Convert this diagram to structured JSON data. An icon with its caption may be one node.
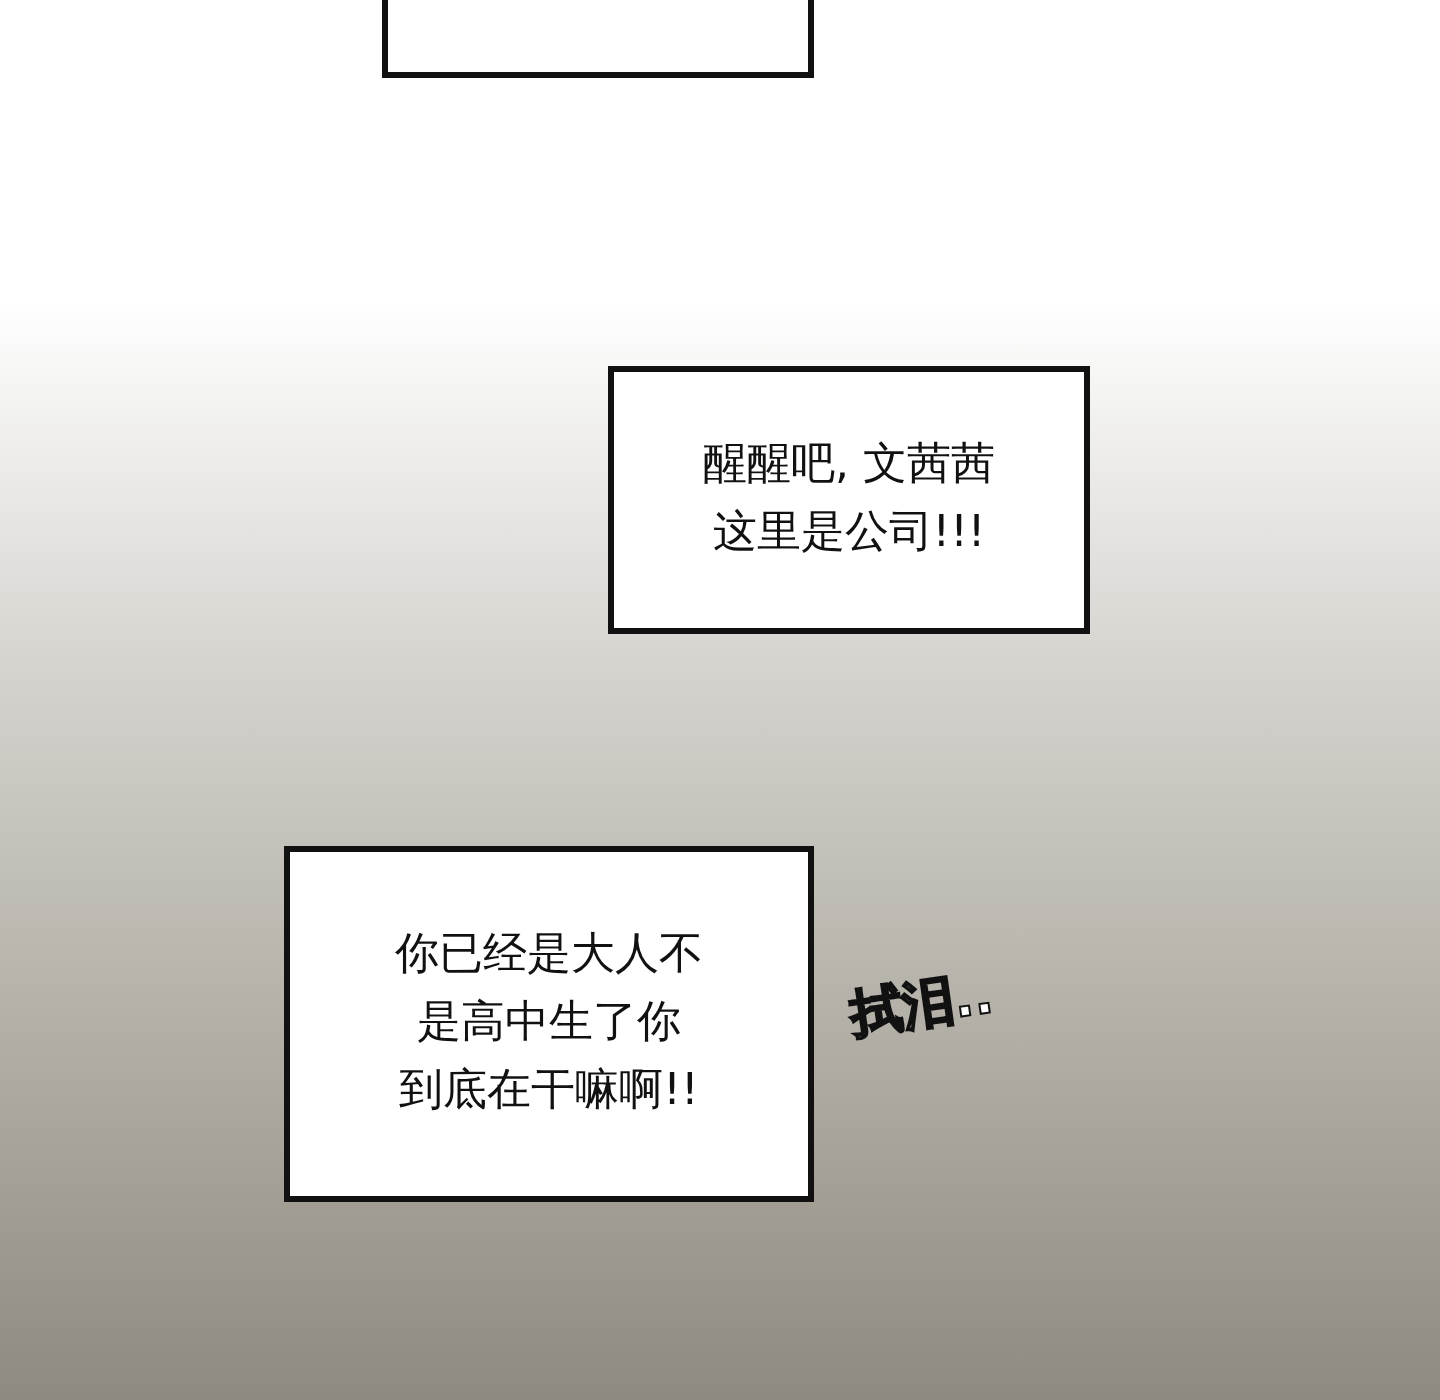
{
  "diagram": {
    "nodes": [
      {
        "text": [],
        "shape": "box"
      },
      {
        "text": [
          "醒醒吧, 文茜茜这里是公司!!!"
        ]
      },
      {
        "text": [
          "你已经是大人不是高中生了你到底在干嘛啊!!"
        ]
      }
    ],
    "labels": [
      "拭泪.."
    ]
  }
}
